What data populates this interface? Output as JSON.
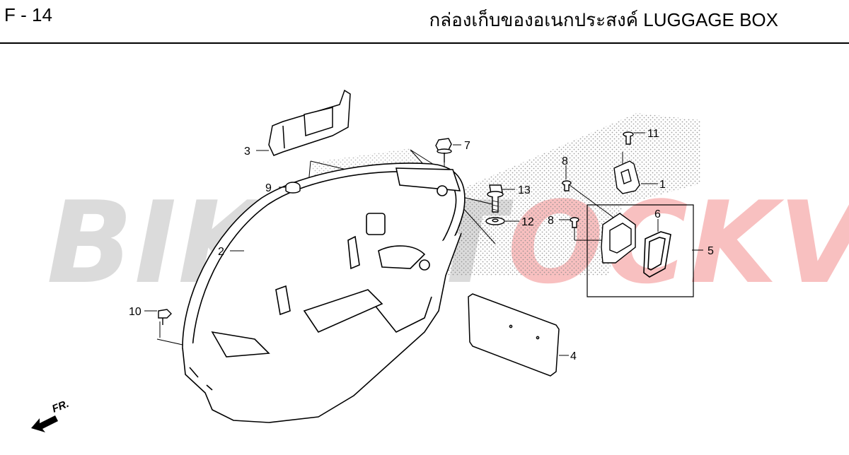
{
  "header": {
    "page_code": "F - 14",
    "title": "กล่องเก็บของอเนกประสงค์  LUGGAGE BOX"
  },
  "watermark": {
    "part_a": "BIKEST",
    "part_b": "OCKVN",
    "color_a": "#aaaaaa",
    "color_b": "#e83c3c"
  },
  "diagram": {
    "callouts": [
      "1",
      "2",
      "3",
      "4",
      "5",
      "6",
      "7",
      "8",
      "8",
      "9",
      "10",
      "11",
      "12",
      "13"
    ],
    "direction": {
      "label": "FR."
    }
  },
  "colors": {
    "line": "#000000",
    "stipple": "#9a9a9a",
    "background": "#ffffff"
  }
}
